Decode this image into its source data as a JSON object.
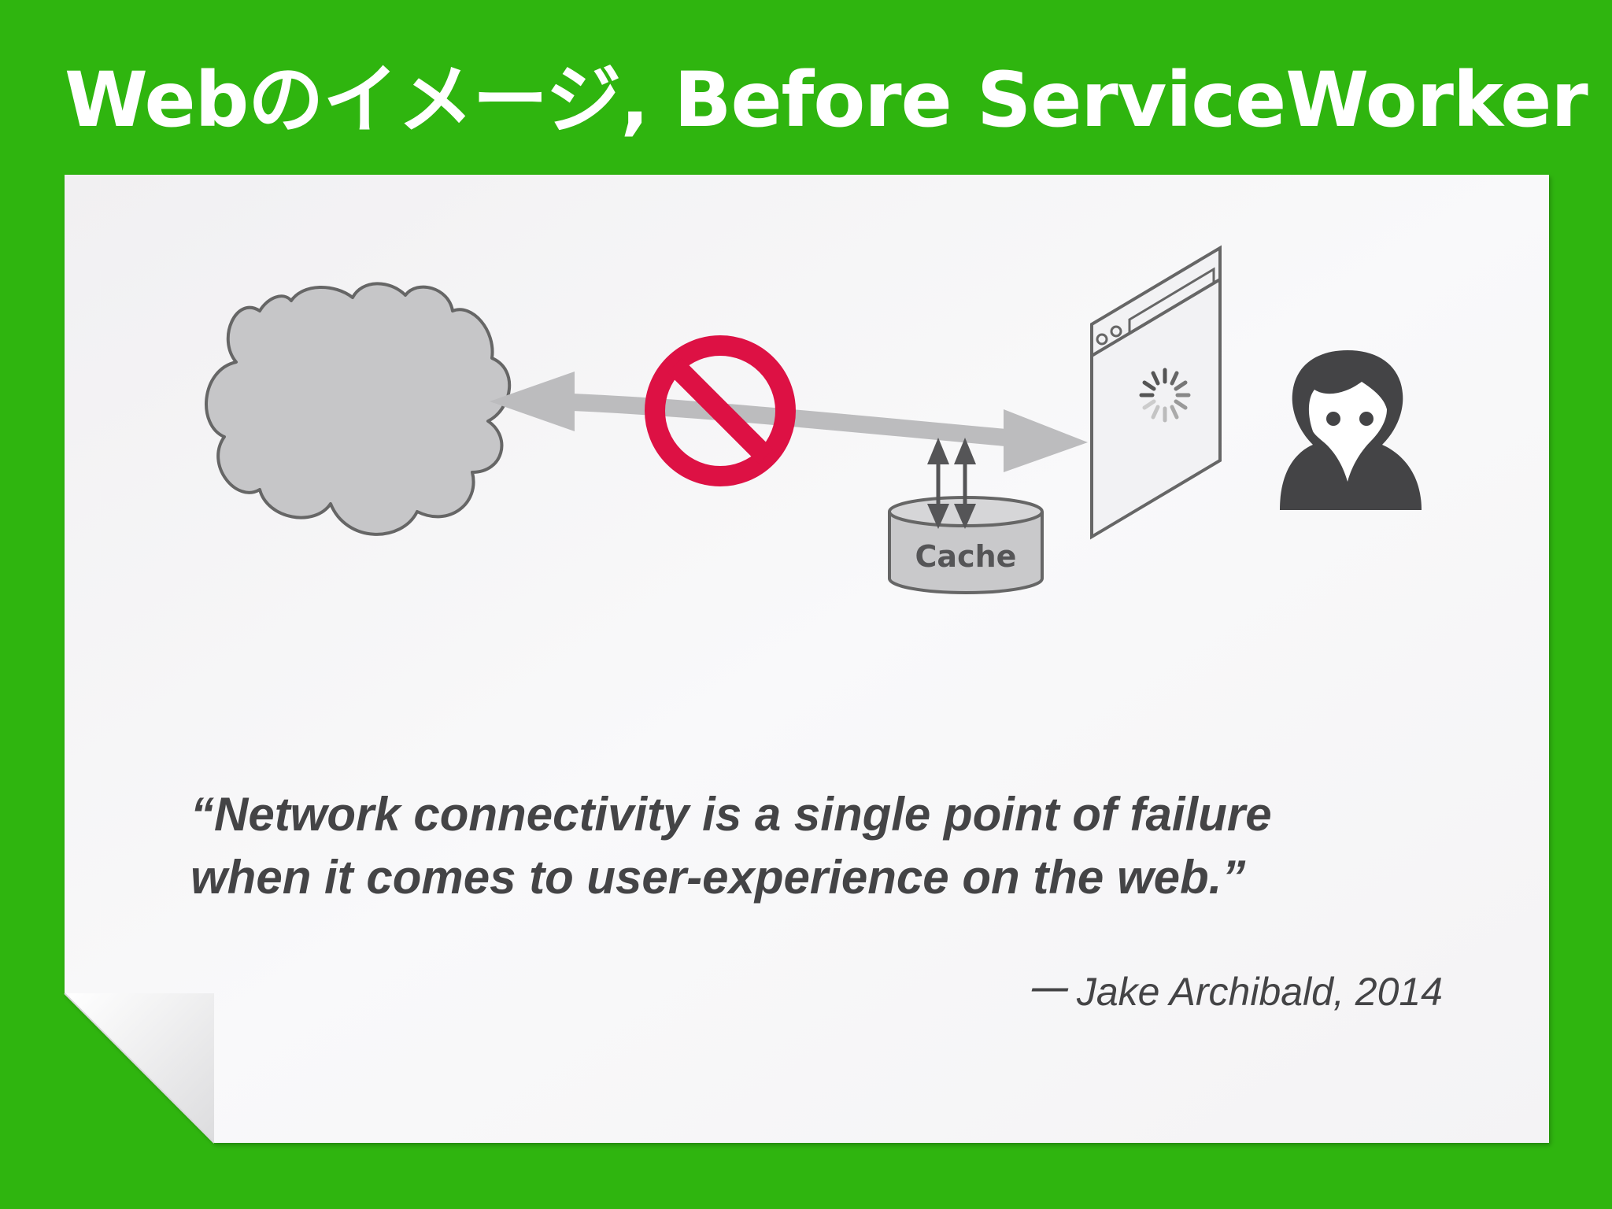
{
  "slide": {
    "title": "Webのイメージ, Before ServiceWorker"
  },
  "diagram": {
    "cache_label": "Cache"
  },
  "quote": {
    "line1": "“Network connectivity is a single point of failure",
    "line2": "when it comes to user-experience on the web.”",
    "attribution": "一 Jake Archibald, 2014"
  },
  "colors": {
    "background": "#2fb50f",
    "paper": "#f7f6f8",
    "block_symbol": "#dd1144",
    "cloud_fill": "#c6c6c8",
    "outline": "#666666",
    "text": "#444446"
  }
}
